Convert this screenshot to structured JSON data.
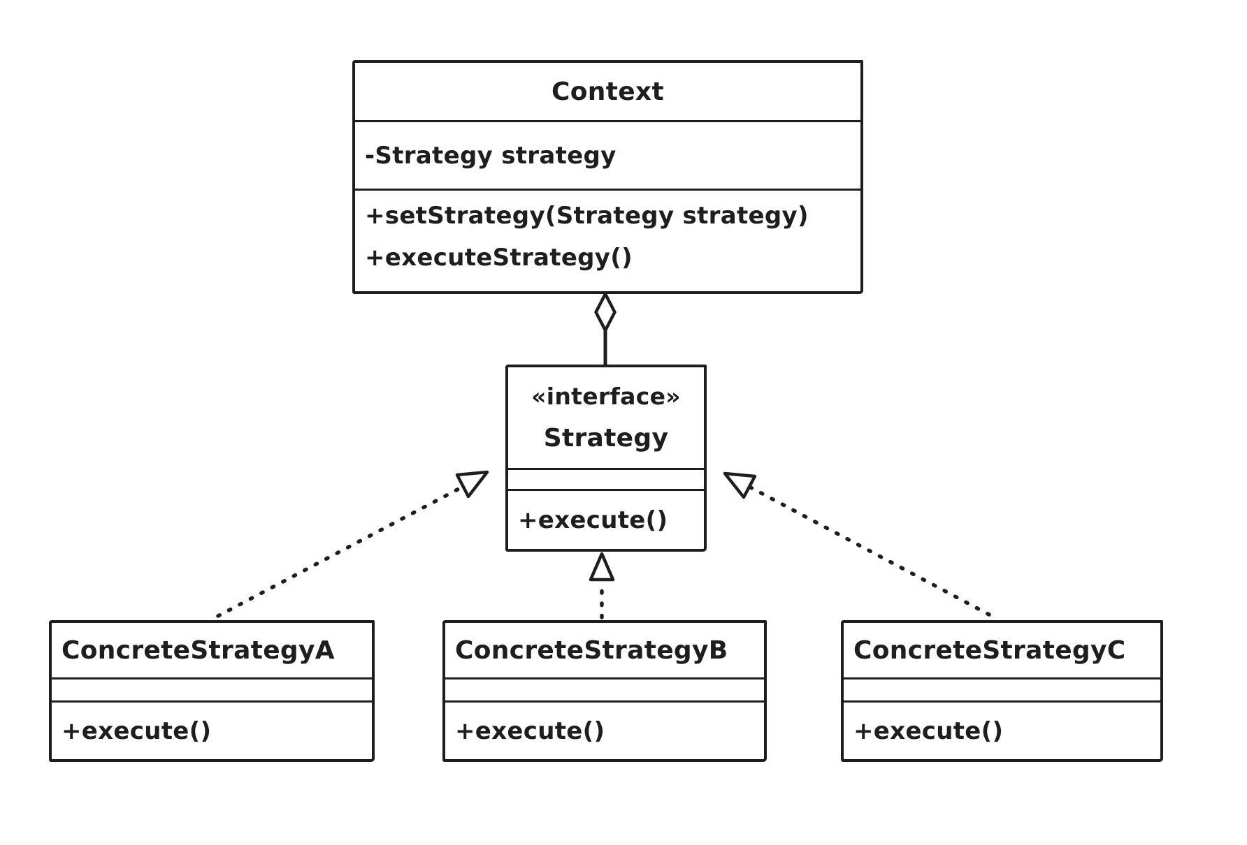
{
  "classes": {
    "context": {
      "name": "Context",
      "attributes": [
        "-Strategy strategy"
      ],
      "methods": [
        "+setStrategy(Strategy strategy)",
        "+executeStrategy()"
      ]
    },
    "strategy": {
      "stereotype": "«interface»",
      "name": "Strategy",
      "attributes": [],
      "methods": [
        "+execute()"
      ]
    },
    "concrete_a": {
      "name": "ConcreteStrategyA",
      "attributes": [],
      "methods": [
        "+execute()"
      ]
    },
    "concrete_b": {
      "name": "ConcreteStrategyB",
      "attributes": [],
      "methods": [
        "+execute()"
      ]
    },
    "concrete_c": {
      "name": "ConcreteStrategyC",
      "attributes": [],
      "methods": [
        "+execute()"
      ]
    }
  },
  "relationships": [
    {
      "type": "aggregation",
      "from": "Context",
      "to": "Strategy"
    },
    {
      "type": "realization",
      "from": "ConcreteStrategyA",
      "to": "Strategy"
    },
    {
      "type": "realization",
      "from": "ConcreteStrategyB",
      "to": "Strategy"
    },
    {
      "type": "realization",
      "from": "ConcreteStrategyC",
      "to": "Strategy"
    }
  ],
  "colors": {
    "stroke": "#1e1e1e",
    "background": "#ffffff"
  }
}
